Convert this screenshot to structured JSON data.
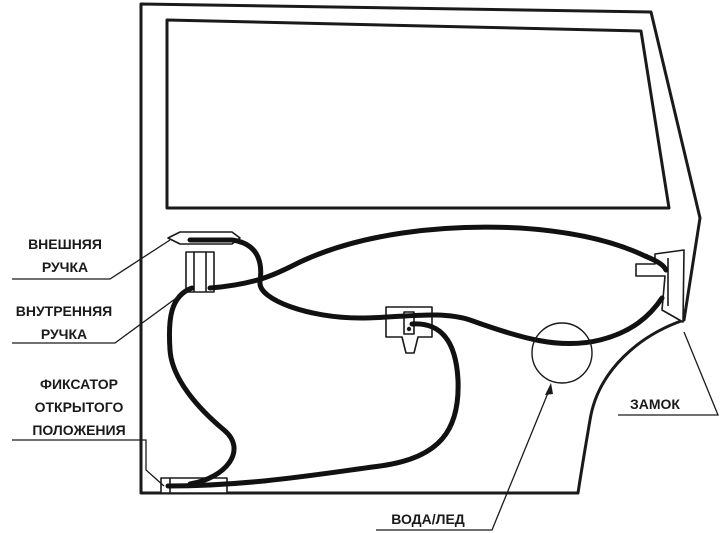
{
  "labels": {
    "outer_handle_line1": "ВНЕШНЯЯ",
    "outer_handle_line2": "РУЧКА",
    "inner_handle_line1": "ВНУТРЕННЯЯ",
    "inner_handle_line2": "РУЧКА",
    "check_line1": "ФИКСАТОР",
    "check_line2": "ОТКРЫТОГО",
    "check_line3": "ПОЛОЖЕНИЯ",
    "lock": "ЗАМОК",
    "water_ice": "ВОДА/ЛЕД"
  },
  "colors": {
    "line": "#1a1a1a",
    "cable": "#111111",
    "background": "#ffffff"
  }
}
